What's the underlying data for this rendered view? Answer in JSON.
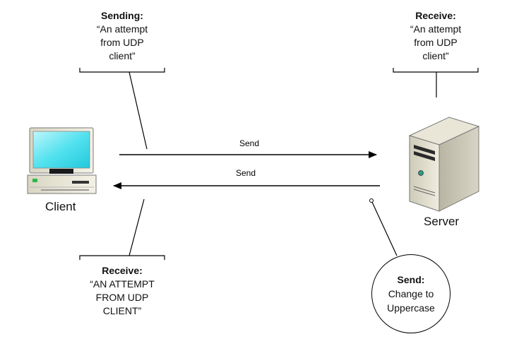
{
  "client_label": "Client",
  "server_label": "Server",
  "arrows": {
    "send_to_server": "Send",
    "send_to_client": "Send"
  },
  "notes": {
    "client_sending": {
      "title": "Sending:",
      "lines": [
        "“An attempt",
        "from UDP",
        "client”"
      ]
    },
    "server_receive": {
      "title": "Receive:",
      "lines": [
        "“An attempt",
        "from UDP",
        "client”"
      ]
    },
    "client_receive": {
      "title": "Receive:",
      "lines": [
        "“AN ATTEMPT",
        "FROM UDP",
        "CLIENT”"
      ]
    },
    "server_send": {
      "title": "Send:",
      "lines": [
        "Change to",
        "Uppercase"
      ]
    }
  },
  "icons": {
    "client": "desktop-computer-icon",
    "server": "server-tower-icon"
  },
  "colors": {
    "screen": "#5fe4f0",
    "case": "#e8e6d8",
    "line": "#000000"
  }
}
